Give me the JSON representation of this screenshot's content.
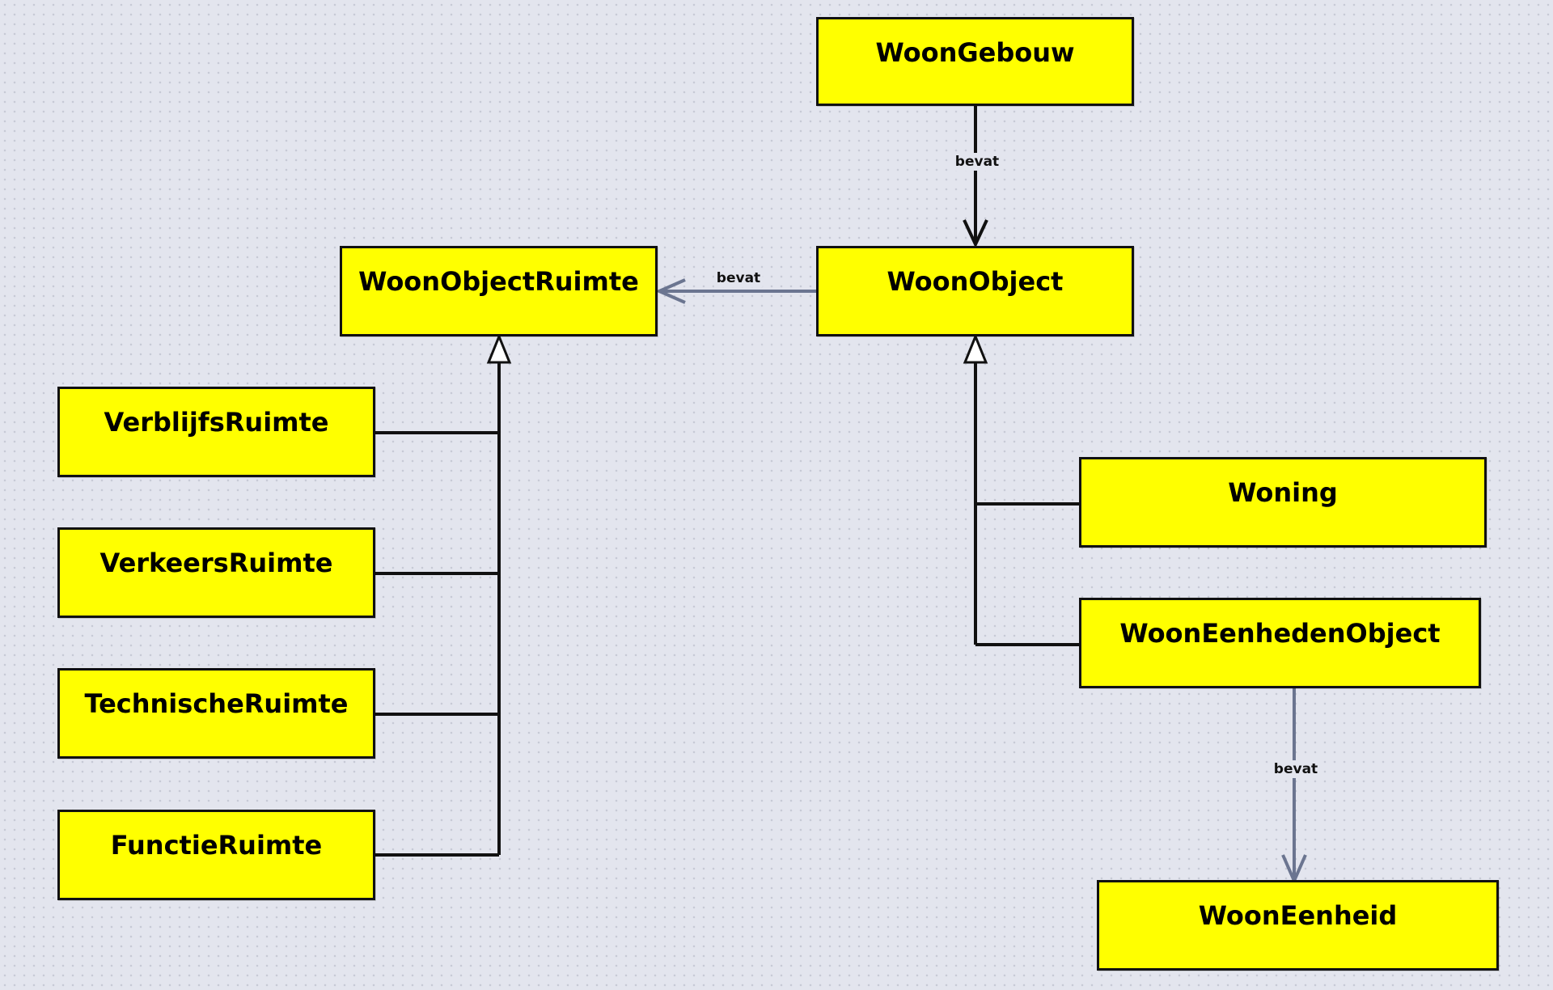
{
  "diagram": {
    "colors": {
      "node_fill": "#ffff00",
      "node_border": "#111111",
      "generalization_line": "#111111",
      "association_line": "#6b7590",
      "background": "#e3e5ee"
    },
    "nodes": {
      "woongebouw": "WoonGebouw",
      "woonobject": "WoonObject",
      "woonobjectruimte": "WoonObjectRuimte",
      "verblijfsruimte": "VerblijfsRuimte",
      "verkeersruimte": "VerkeersRuimte",
      "technischeruimte": "TechnischeRuimte",
      "functieruimte": "FunctieRuimte",
      "woning": "Woning",
      "wooneenhedenobject": "WoonEenhedenObject",
      "wooneenheid": "WoonEenheid"
    },
    "edge_labels": {
      "gebouw_object": "bevat",
      "object_ruimte": "bevat",
      "eenhedenobject_eenheid": "bevat"
    }
  }
}
